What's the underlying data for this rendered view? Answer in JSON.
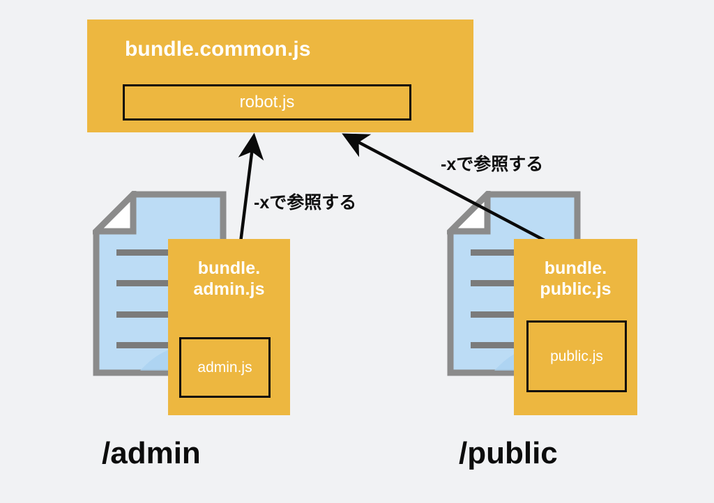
{
  "diagram": {
    "background_color": "#f1f2f4",
    "accent_color": "#edb740",
    "document_fill_color": "#bcdcf5",
    "document_border_color": "#8b8b8b",
    "text_dark_color": "#0f0f0f",
    "text_light_color": "#ffffff"
  },
  "common_bundle": {
    "title": "bundle.common.js",
    "module": "robot.js"
  },
  "admin_group": {
    "bundle_title": "bundle.\nadmin.js",
    "module": "admin.js",
    "route_label": "/admin",
    "document_icon": "document-page-icon"
  },
  "public_group": {
    "bundle_title": "bundle.\npublic.js",
    "module": "public.js",
    "route_label": "/public",
    "document_icon": "document-page-icon"
  },
  "arrows": [
    {
      "name": "admin-to-common",
      "label": "-xで参照する",
      "from": "bundle.admin.js",
      "to": "bundle.common.js"
    },
    {
      "name": "public-to-common",
      "label": "-xで参照する",
      "from": "bundle.public.js",
      "to": "bundle.common.js"
    }
  ]
}
